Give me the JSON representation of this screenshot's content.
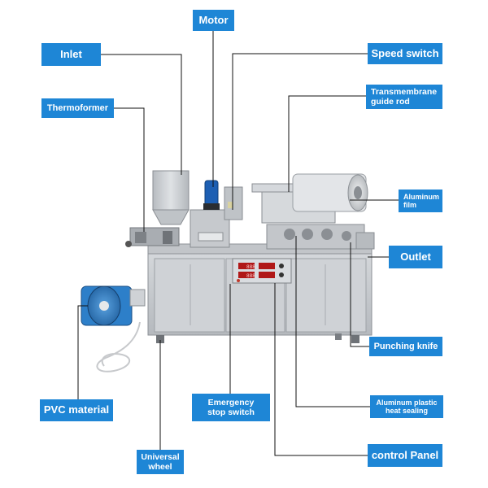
{
  "labels": {
    "inlet": "Inlet",
    "motor": "Motor",
    "speed_switch": "Speed switch",
    "thermoformer": "Thermoformer",
    "transmembrane_guide_rod": "Transmembrane\nguide rod",
    "aluminum_film": "Aluminum\nfilm",
    "outlet": "Outlet",
    "punching_knife": "Punching knife",
    "pvc_material": "PVC material",
    "emergency_stop_switch": "Emergency\nstop switch",
    "aluminum_plastic_heat_sealing": "Aluminum plastic\nheat sealing",
    "universal_wheel": "Universal\nwheel",
    "control_panel": "control Panel"
  },
  "panel_display": {
    "row1": "888",
    "row2": "888"
  },
  "colors": {
    "label_bg": "#1e86d6",
    "label_text": "#ffffff",
    "leader_line": "#111111",
    "machine_body": "#c9ccd0",
    "pvc_roll": "#2d7fc9"
  }
}
